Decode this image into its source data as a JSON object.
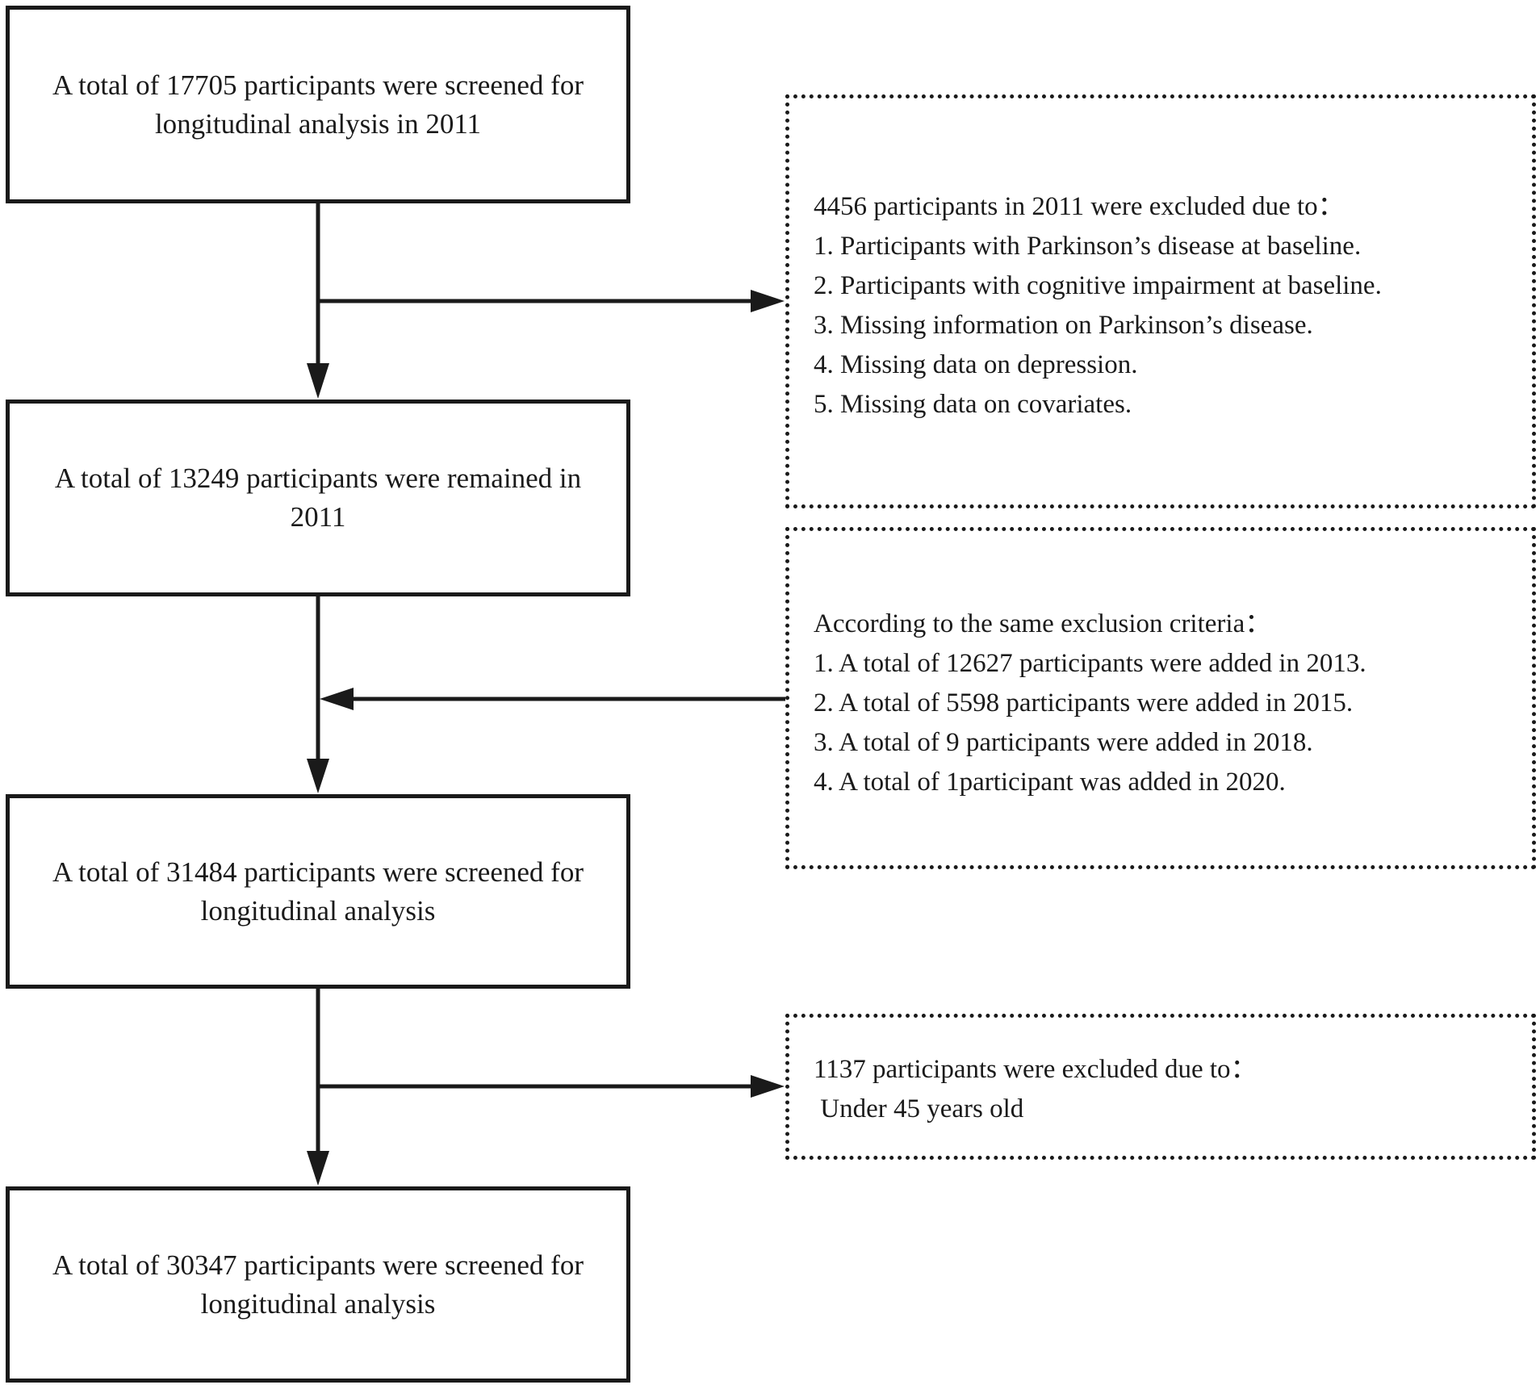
{
  "flow": {
    "box1": "A total of 17705 participants were screened for longitudinal analysis in 2011",
    "box2": "A total of 13249 participants were  remained in 2011",
    "box3": "A total of 31484 participants were screened for longitudinal analysis",
    "box4": "A total of 30347 participants were screened for longitudinal analysis"
  },
  "exclusion1": {
    "lines": [
      "4456 participants in 2011 were excluded due to：",
      "1. Participants with Parkinson’s disease at baseline.",
      "2. Participants with cognitive impairment at baseline.",
      "3. Missing information on Parkinson’s disease.",
      "4. Missing data on depression.",
      "5. Missing data on covariates."
    ]
  },
  "addition": {
    "lines": [
      "According to the same exclusion criteria：",
      "1. A total of 12627 participants were added in 2013.",
      "2. A total of 5598 participants were added in 2015.",
      "3. A total of 9 participants were added in 2018.",
      "4. A total of 1participant was added in 2020."
    ]
  },
  "exclusion2": {
    "lines": [
      "1137 participants were excluded due to：",
      " Under 45 years old"
    ]
  }
}
